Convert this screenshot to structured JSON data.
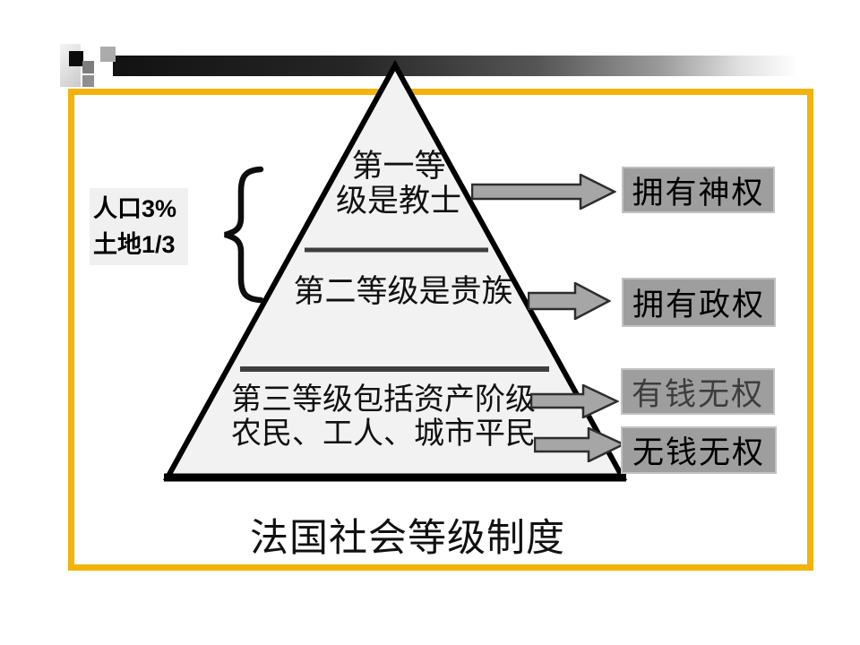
{
  "slide": {
    "annotation": {
      "line1": "人口3%",
      "line2": "土地1/3"
    },
    "pyramid": {
      "level1_line1": "第一等",
      "level1_line2": "级是教士",
      "level2": "第二等级是贵族",
      "level3_line1": "第三等级包括资产阶级",
      "level3_line2": "农民、工人、城市平民"
    },
    "power_labels": [
      {
        "text": "拥有神权",
        "text_color": "#000000"
      },
      {
        "text": "拥有政权",
        "text_color": "#000000"
      },
      {
        "text": "有钱无权",
        "text_color": "#3d3d3d"
      },
      {
        "text": "无钱无权",
        "text_color": "#000000"
      }
    ],
    "title": "法国社会等级制度",
    "colors": {
      "frame_gold": "#F2B30A",
      "arrow_fill": "#A6A6A6",
      "arrow_outline": "#2E2E2E",
      "label_box_fill": "#9E9E9E",
      "pyramid_fill": "#F2F2F2",
      "pyramid_outline": "#000000",
      "divider_line": "#3F3F3F",
      "annotation_box_fill": "#F0F0F0"
    }
  }
}
